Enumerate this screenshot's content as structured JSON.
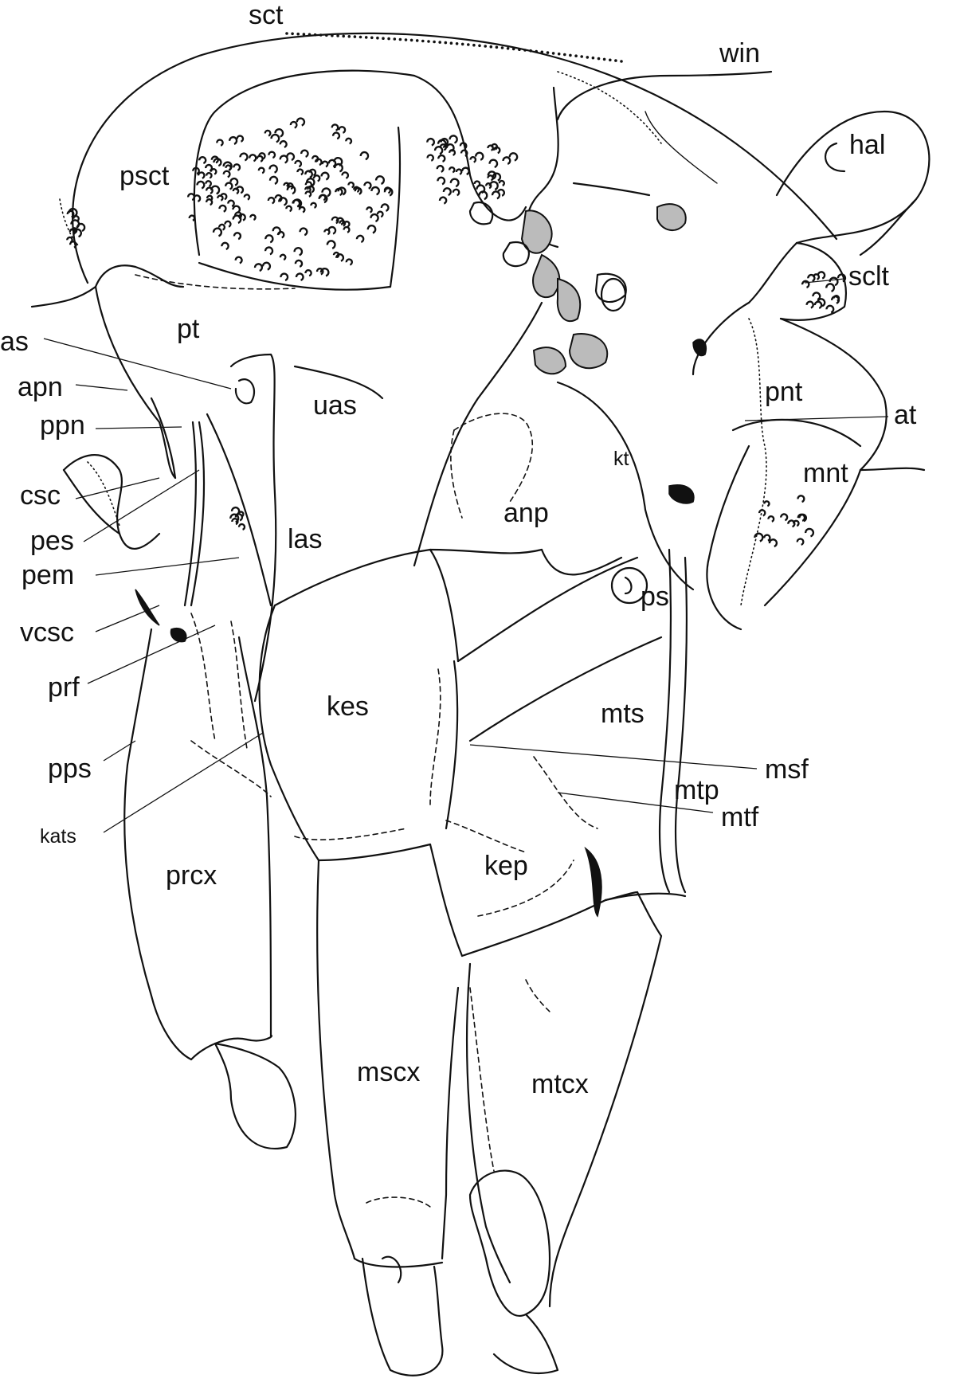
{
  "labels": {
    "sct": "sct",
    "win": "win",
    "hal": "hal",
    "psct": "psct",
    "sclt": "sclt",
    "pt": "pt",
    "as": "as",
    "apn": "apn",
    "uas": "uas",
    "pnt": "pnt",
    "at": "at",
    "ppn": "ppn",
    "kt": "kt",
    "mnt": "mnt",
    "csc": "csc",
    "anp": "anp",
    "pes": "pes",
    "las": "las",
    "pem": "pem",
    "ps": "ps",
    "vcsc": "vcsc",
    "prf": "prf",
    "kes": "kes",
    "mts": "mts",
    "pps": "pps",
    "msf": "msf",
    "mtp": "mtp",
    "mtf": "mtf",
    "kats": "kats",
    "kep": "kep",
    "prcx": "prcx",
    "mscx": "mscx",
    "mtcx": "mtcx"
  }
}
